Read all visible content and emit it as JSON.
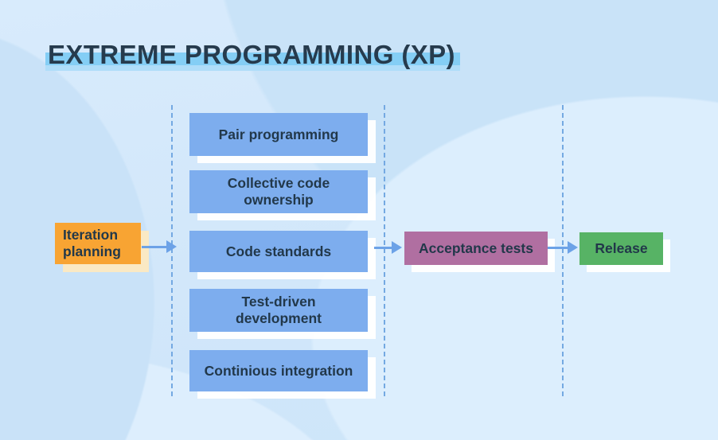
{
  "title": "EXTREME PROGRAMMING (XP)",
  "flow": {
    "start": "Iteration planning",
    "practices": [
      "Pair programming",
      "Collective code ownership",
      "Code standards",
      "Test-driven development",
      "Continious integration"
    ],
    "acceptance": "Acceptance tests",
    "release": "Release"
  },
  "colors": {
    "background": "#D2E7FA",
    "start_box": "#F8A433",
    "start_box_shadow": "#FAE9C4",
    "practice_box": "#7DADEE",
    "acceptance_box": "#B06FA1",
    "release_box": "#57B365",
    "box_shadow": "#FFFFFF",
    "arrow": "#6CA2E7",
    "dashed_divider": "#74A9E2",
    "title_highlight": "#84CEF5",
    "title_highlight_underline": "#AFDDF9",
    "text_dark": "#22384A"
  }
}
